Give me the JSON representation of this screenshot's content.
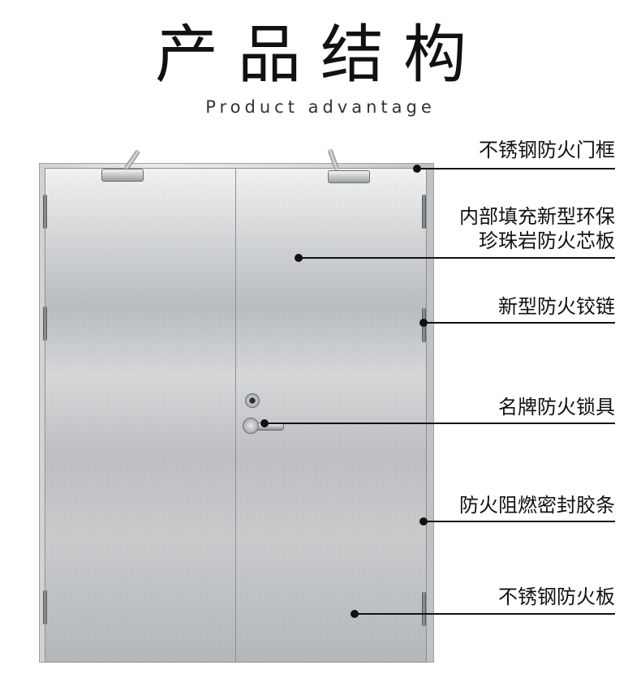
{
  "header": {
    "title": "产品结构",
    "subtitle": "Product advantage"
  },
  "callouts": [
    {
      "label": "不锈钢防火门框"
    },
    {
      "label": "内部填充新型环保\n珍珠岩防火芯板"
    },
    {
      "label": "新型防火铰链"
    },
    {
      "label": "名牌防火锁具"
    },
    {
      "label": "防火阻燃密封胶条"
    },
    {
      "label": "不锈钢防火板"
    }
  ]
}
